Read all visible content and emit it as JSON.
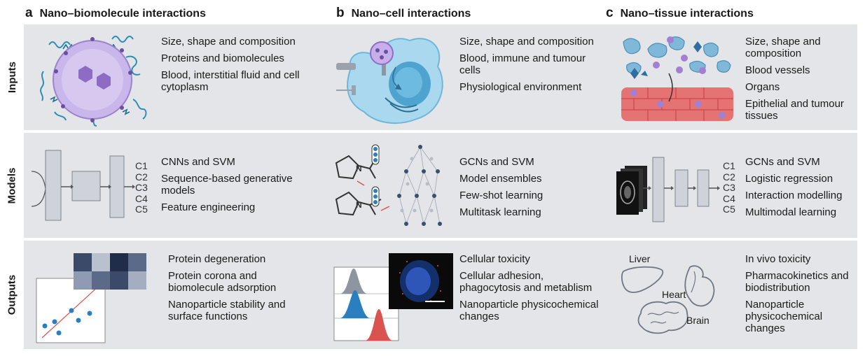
{
  "columns": [
    {
      "letter": "a",
      "title": "Nano–biomolecule interactions"
    },
    {
      "letter": "b",
      "title": "Nano–cell interactions"
    },
    {
      "letter": "c",
      "title": "Nano–tissue interactions"
    }
  ],
  "rows": [
    {
      "label": "Inputs"
    },
    {
      "label": "Models"
    },
    {
      "label": "Outputs"
    }
  ],
  "inputs": {
    "a": [
      "Size, shape and composition",
      "Proteins and biomolecules",
      "Blood, interstitial fluid and cell cytoplasm"
    ],
    "b": [
      "Size, shape and composition",
      "Blood, immune and tumour cells",
      "Physiological environment"
    ],
    "c": [
      "Size, shape and composition",
      "Blood vessels",
      "Organs",
      "Epithelial and tumour tissues"
    ]
  },
  "models": {
    "a": [
      "CNNs and SVM",
      "Sequence-based generative models",
      "Feature engineering"
    ],
    "b": [
      "GCNs and SVM",
      "Model ensembles",
      "Few-shot learning",
      "Multitask learning"
    ],
    "c": [
      "GCNs and SVM",
      "Logistic regression",
      "Interaction modelling",
      "Multimodal learning"
    ],
    "class_labels": [
      "C1",
      "C2",
      "C3",
      "C4",
      "C5"
    ]
  },
  "outputs": {
    "a": [
      "Protein degeneration",
      "Protein corona and biomolecule adsorption",
      "Nanoparticle stability and surface functions"
    ],
    "b": [
      "Cellular toxicity",
      "Cellular adhesion, phagocytosis and metablism",
      "Nanoparticle physicochemical changes"
    ],
    "c": [
      "In vivo toxicity",
      "Pharmacokinetics and biodistribution",
      "Nanoparticle physicochemical changes"
    ],
    "organs": {
      "liver": "Liver",
      "heart": "Heart",
      "brain": "Brain"
    }
  },
  "colors": {
    "band": "#e3e5e9",
    "accent_blue": "#2a7fc0",
    "purple": "#a88fd0",
    "red": "#d9534f"
  }
}
